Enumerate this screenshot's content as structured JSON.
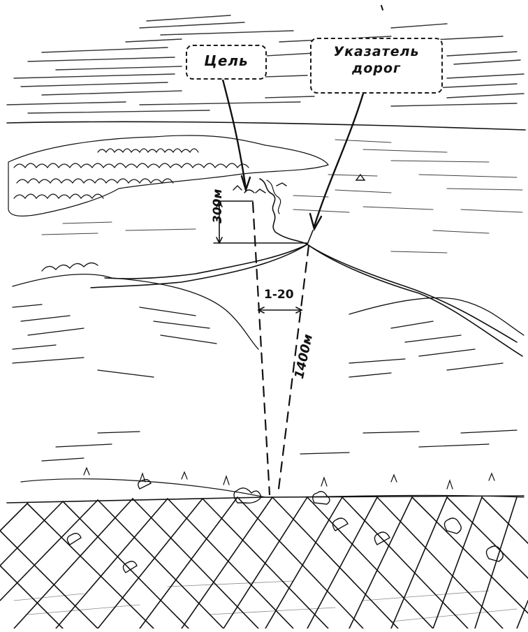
{
  "callouts": {
    "target": "Цель",
    "road_sign_line1": "Указатель",
    "road_sign_line2": "дорог"
  },
  "dimensions": {
    "depth": "300м",
    "angle": "1-20",
    "distance": "1400м"
  },
  "colors": {
    "ink": "#111111",
    "paper": "#ffffff"
  }
}
